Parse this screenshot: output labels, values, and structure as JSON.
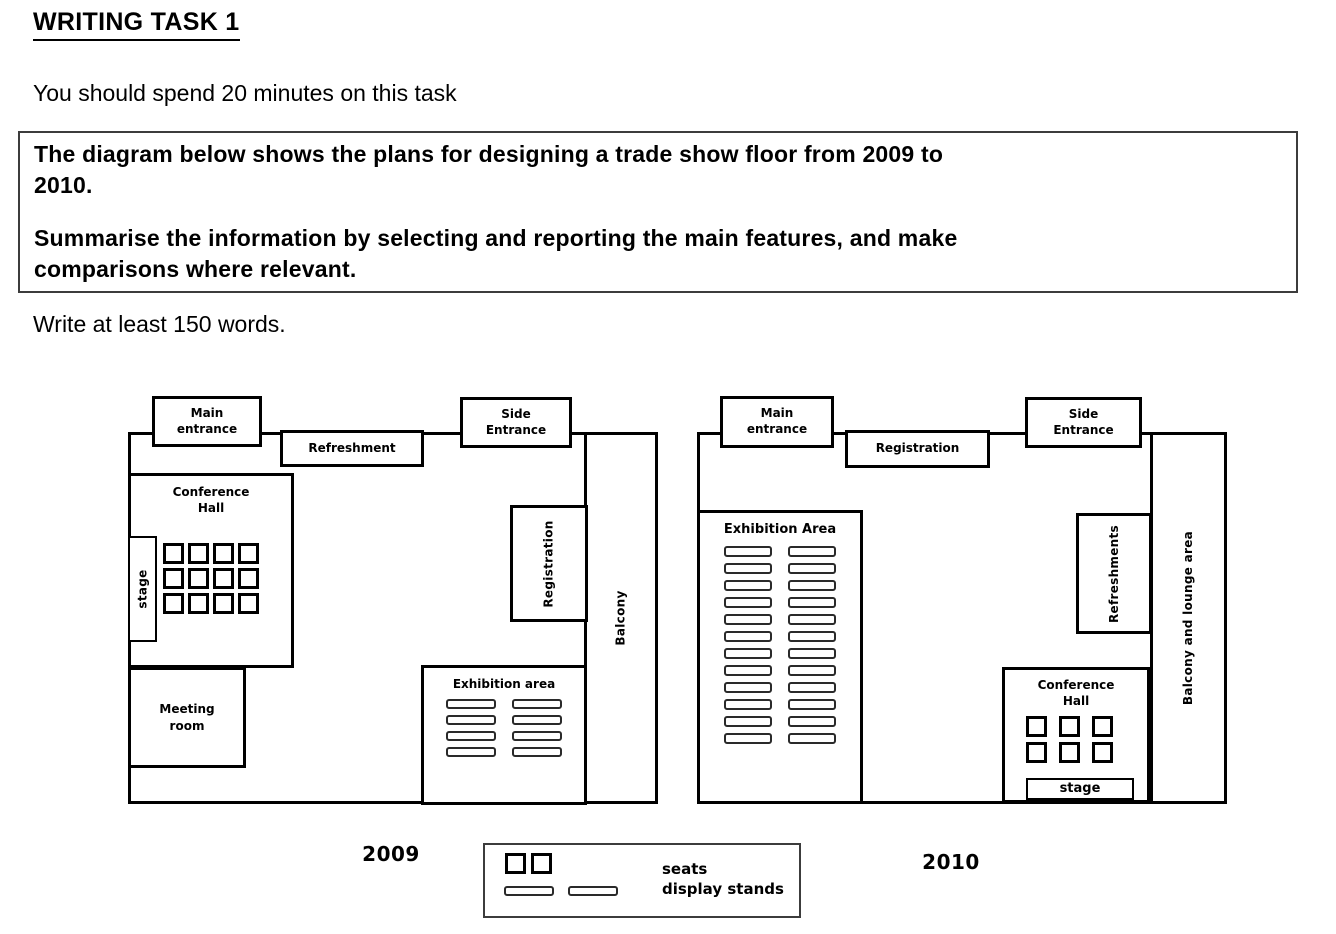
{
  "document": {
    "title": "WRITING TASK 1",
    "time_instruction": "You should spend 20 minutes on this task",
    "prompt": {
      "line1": "The diagram below shows the plans for designing a trade show floor from 2009 to\n2010.",
      "line2": "Summarise the information by selecting and reporting the main features, and make\ncomparisons where relevant."
    },
    "word_count_instruction": "Write at least 150 words."
  },
  "plan_2009": {
    "year": "2009",
    "labels": {
      "main_entrance": "Main\nentrance",
      "refreshment": "Refreshment",
      "side_entrance": "Side\nEntrance",
      "conference_hall": "Conference\nHall",
      "stage": "stage",
      "meeting_room": "Meeting\nroom",
      "registration": "Registration",
      "balcony": "Balcony",
      "exhibition_area": "Exhibition area"
    },
    "conference_seats": {
      "rows": 3,
      "cols": 4,
      "kind": "seat"
    },
    "exhibition_stands": {
      "rows": 4,
      "cols": 2,
      "kind": "stand"
    }
  },
  "plan_2010": {
    "year": "2010",
    "labels": {
      "main_entrance": "Main\nentrance",
      "registration": "Registration",
      "side_entrance": "Side\nEntrance",
      "exhibition_area": "Exhibition Area",
      "refreshments": "Refreshments",
      "conference_hall": "Conference\nHall",
      "stage": "stage",
      "balcony_lounge": "Balcony and lounge area"
    },
    "exhibition_stands": {
      "rows": 12,
      "cols": 2,
      "kind": "stand"
    },
    "conference_seats": {
      "rows": 2,
      "cols": 3,
      "kind": "seat"
    }
  },
  "legend": {
    "seats_label": "seats",
    "stands_label": "display stands",
    "seat_symbols": {
      "rows": 1,
      "cols": 2,
      "kind": "seat"
    },
    "stand_symbols": {
      "rows": 1,
      "cols": 2,
      "kind": "stand"
    }
  },
  "colors": {
    "ink": "#000000",
    "paper": "#ffffff"
  }
}
